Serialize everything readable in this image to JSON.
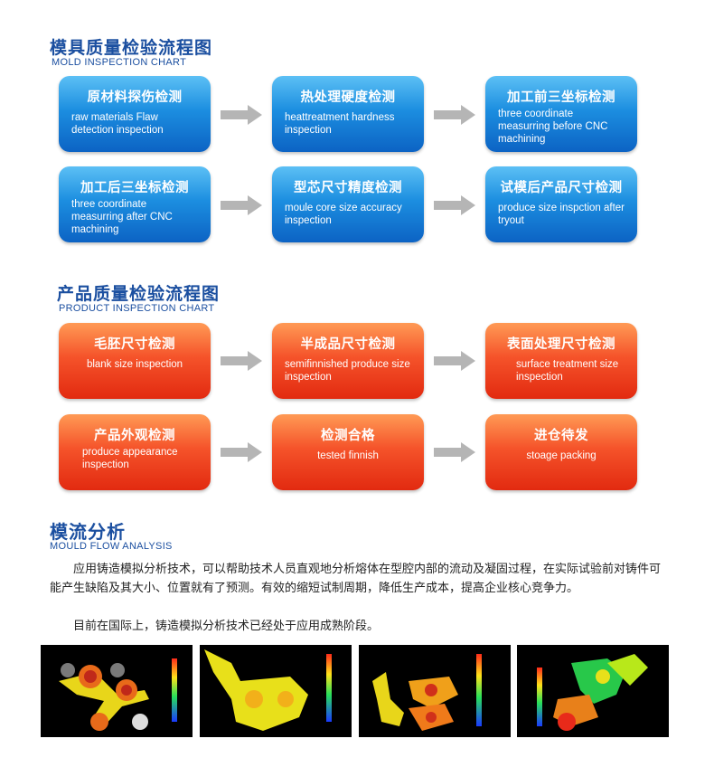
{
  "mold": {
    "title": "模具质量检验流程图",
    "subtitle": "MOLD INSPECTION CHART",
    "steps": [
      {
        "zh": "原材料探伤检测",
        "en": "raw  materials  Flaw detection inspection"
      },
      {
        "zh": "热处理硬度检测",
        "en": "heattreatment hardness inspection"
      },
      {
        "zh": "加工前三坐标检测",
        "en": "three coordinate measurring before CNC machining"
      },
      {
        "zh": "加工后三坐标检测",
        "en": "three coordinate measurring after CNC machining"
      },
      {
        "zh": "型芯尺寸精度检测",
        "en": "moule core size accuracy inspection"
      },
      {
        "zh": "试模后产品尺寸检测",
        "en": "produce size inspction after tryout"
      }
    ]
  },
  "product": {
    "title": "产品质量检验流程图",
    "subtitle": "PRODUCT INSPECTION CHART",
    "steps": [
      {
        "zh": "毛胚尺寸检测",
        "en": "blank size inspection"
      },
      {
        "zh": "半成品尺寸检测",
        "en": "semifinnished produce size inspection"
      },
      {
        "zh": "表面处理尺寸检测",
        "en": "surface treatment size inspection"
      },
      {
        "zh": "产品外观检测",
        "en": "produce appearance inspection"
      },
      {
        "zh": "检测合格",
        "en": "tested finnish"
      },
      {
        "zh": "进仓待发",
        "en": "stoage packing"
      }
    ]
  },
  "flow": {
    "title": "模流分析",
    "subtitle": "MOULD FLOW ANALYSIS",
    "paragraph1": "应用铸造模拟分析技术，可以帮助技术人员直观地分析熔体在型腔内部的流动及凝固过程，在实际试验前对铸件可能产生缺陷及其大小、位置就有了预测。有效的缩短试制周期，降低生产成本，提高企业核心竞争力。",
    "paragraph2": "目前在国际上，铸造模拟分析技术已经处于应用成熟阶段。"
  },
  "colors": {
    "title_blue": "#1b4fa0",
    "box_blue": "#1c8ee0",
    "box_red": "#f5532a",
    "arrow_gray": "#b5b5b5"
  }
}
